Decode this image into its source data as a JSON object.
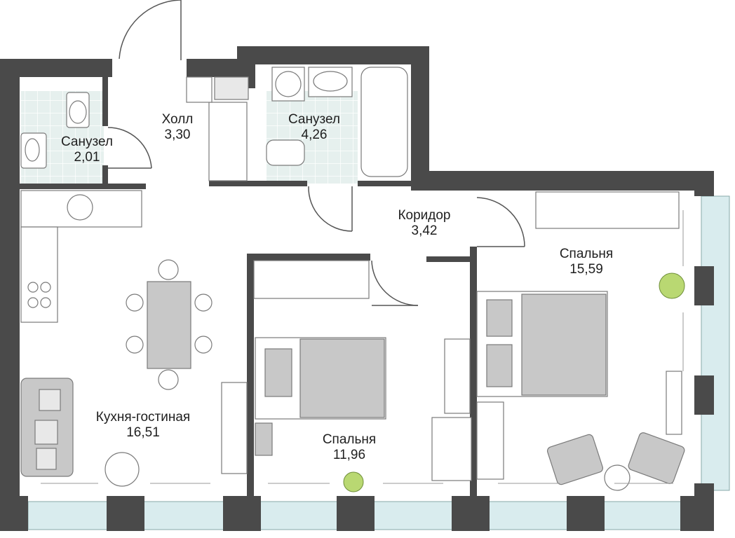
{
  "rooms": [
    {
      "name": "Холл",
      "area": "3,30"
    },
    {
      "name": "Санузел",
      "area": "2,01"
    },
    {
      "name": "Санузел",
      "area": "4,26"
    },
    {
      "name": "Коридор",
      "area": "3,42"
    },
    {
      "name": "Кухня-гостиная",
      "area": "16,51"
    },
    {
      "name": "Спальня",
      "area": "11,96"
    },
    {
      "name": "Спальня",
      "area": "15,59"
    }
  ],
  "colors": {
    "wall": "#4a4a4a",
    "wall_dark": "#3a3a3a",
    "window": "#d9ecee",
    "tile": "#e6f0ee",
    "furniture": "#c8c8c8",
    "furniture_stroke": "#7a7a7a",
    "plant": "#b9d872",
    "text": "#1f1f1f"
  }
}
